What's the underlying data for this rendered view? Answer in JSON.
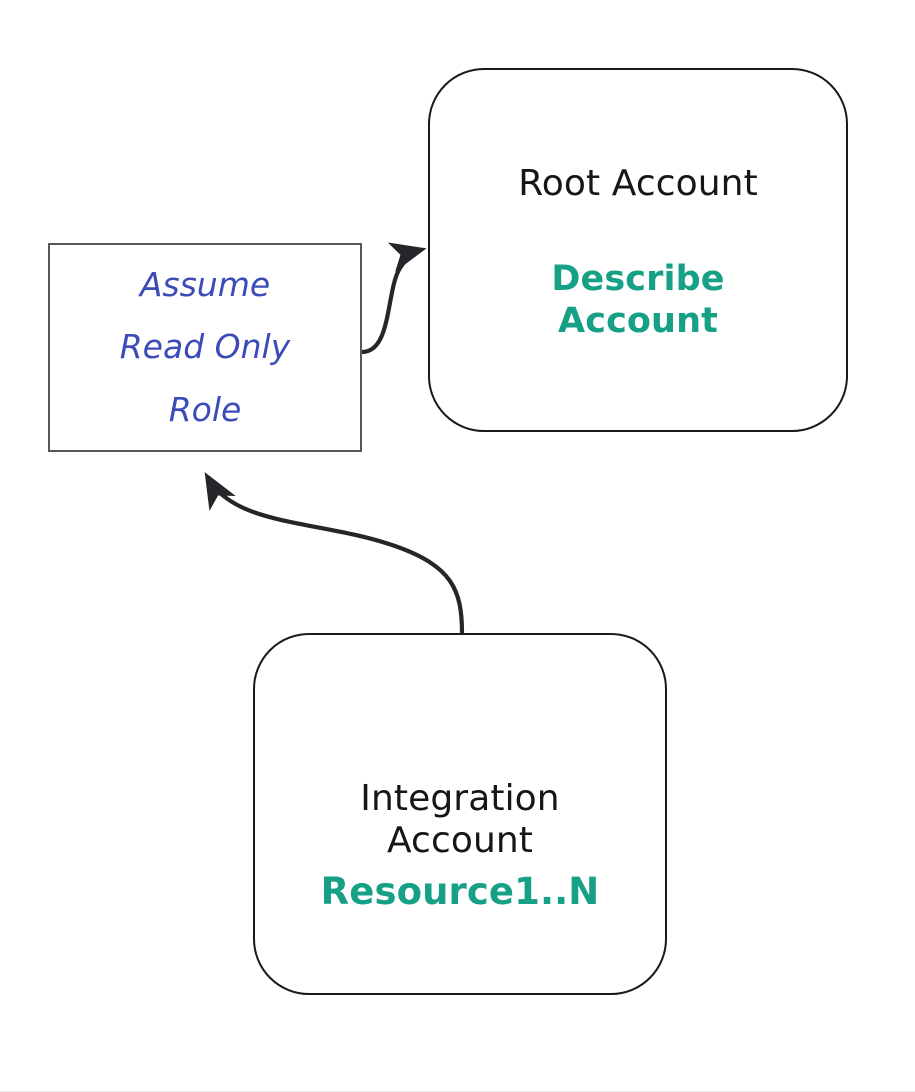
{
  "diagram": {
    "title": "AWS cross-account read-only role assumption diagram",
    "background_color": "#ffffff",
    "stroke_color": "#1a1a1a",
    "accent_color": "#16a085",
    "role_text_color": "#3b4bb8"
  },
  "nodes": {
    "root_account": {
      "title": "Root Account",
      "action": "Describe",
      "action_line2": "Account",
      "shape": "rounded-rectangle"
    },
    "assume_role": {
      "line1": "Assume",
      "line2": "Read Only",
      "line3": "Role",
      "shape": "rectangle"
    },
    "integration_account": {
      "title_line1": "Integration",
      "title_line2": "Account",
      "resource": "Resource1..N",
      "shape": "rounded-rectangle"
    }
  },
  "edges": [
    {
      "name": "assume-role-to-root-account",
      "from": "assume_role",
      "to": "root_account",
      "label": "",
      "arrowhead": "right"
    },
    {
      "name": "integration-account-to-assume-role",
      "from": "integration_account",
      "to": "assume_role",
      "label": "",
      "arrowhead": "up"
    }
  ]
}
